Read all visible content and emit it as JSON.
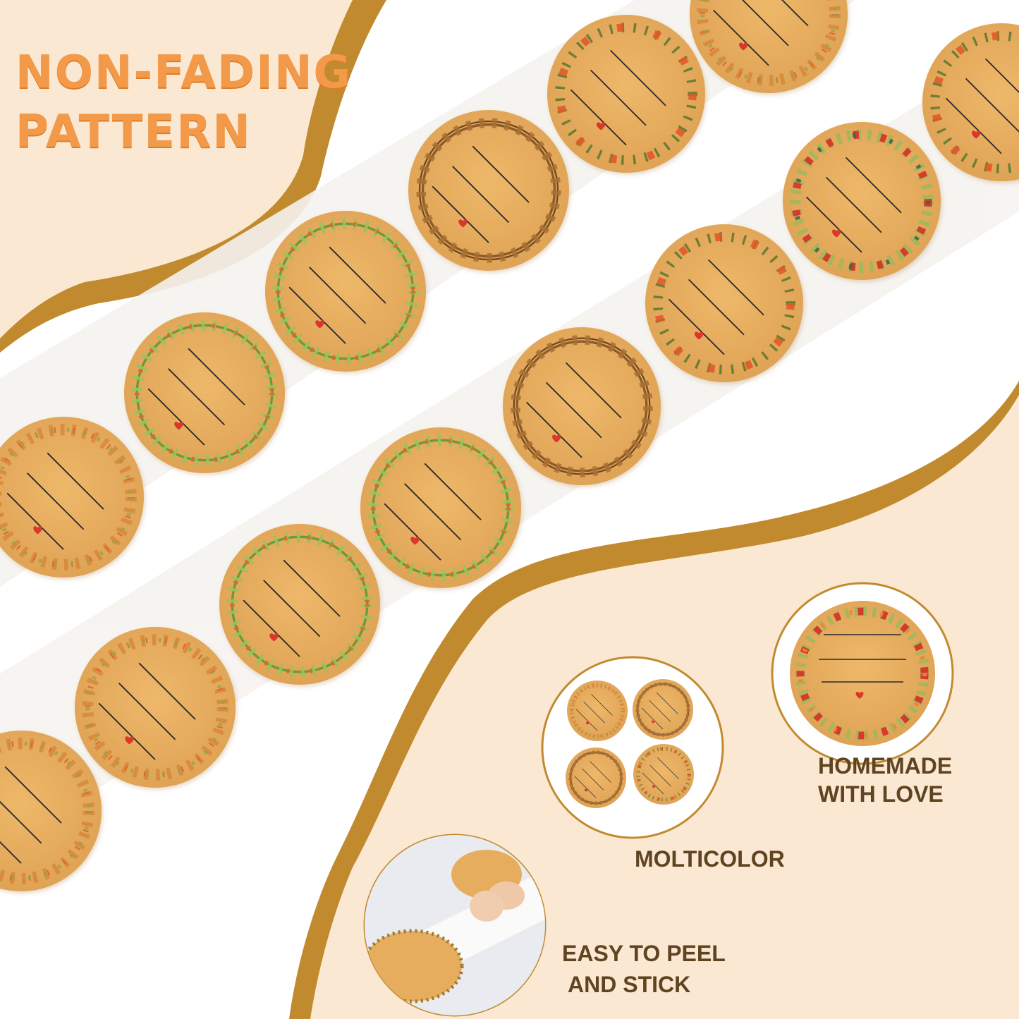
{
  "headline": {
    "line1": "NON-FADING",
    "line2": "PATTERN"
  },
  "features": {
    "homemade": {
      "line1": "HOMEMADE",
      "line2": "WITH LOVE"
    },
    "multicolor": {
      "label": "MOLTICOLOR"
    },
    "peel": {
      "line1": "EASY TO PEEL",
      "line2": "AND STICK"
    }
  },
  "colors": {
    "kraft": "#e6ad5e",
    "band": "#fbe8d2",
    "gold": "#c18a2e",
    "headline": "#f29a4a",
    "label_text": "#5e4420",
    "heart": "#d9382a"
  },
  "sticker_styles": [
    "floral-orange",
    "leaf-green",
    "brown-twig",
    "fern-red",
    "rose-red"
  ]
}
